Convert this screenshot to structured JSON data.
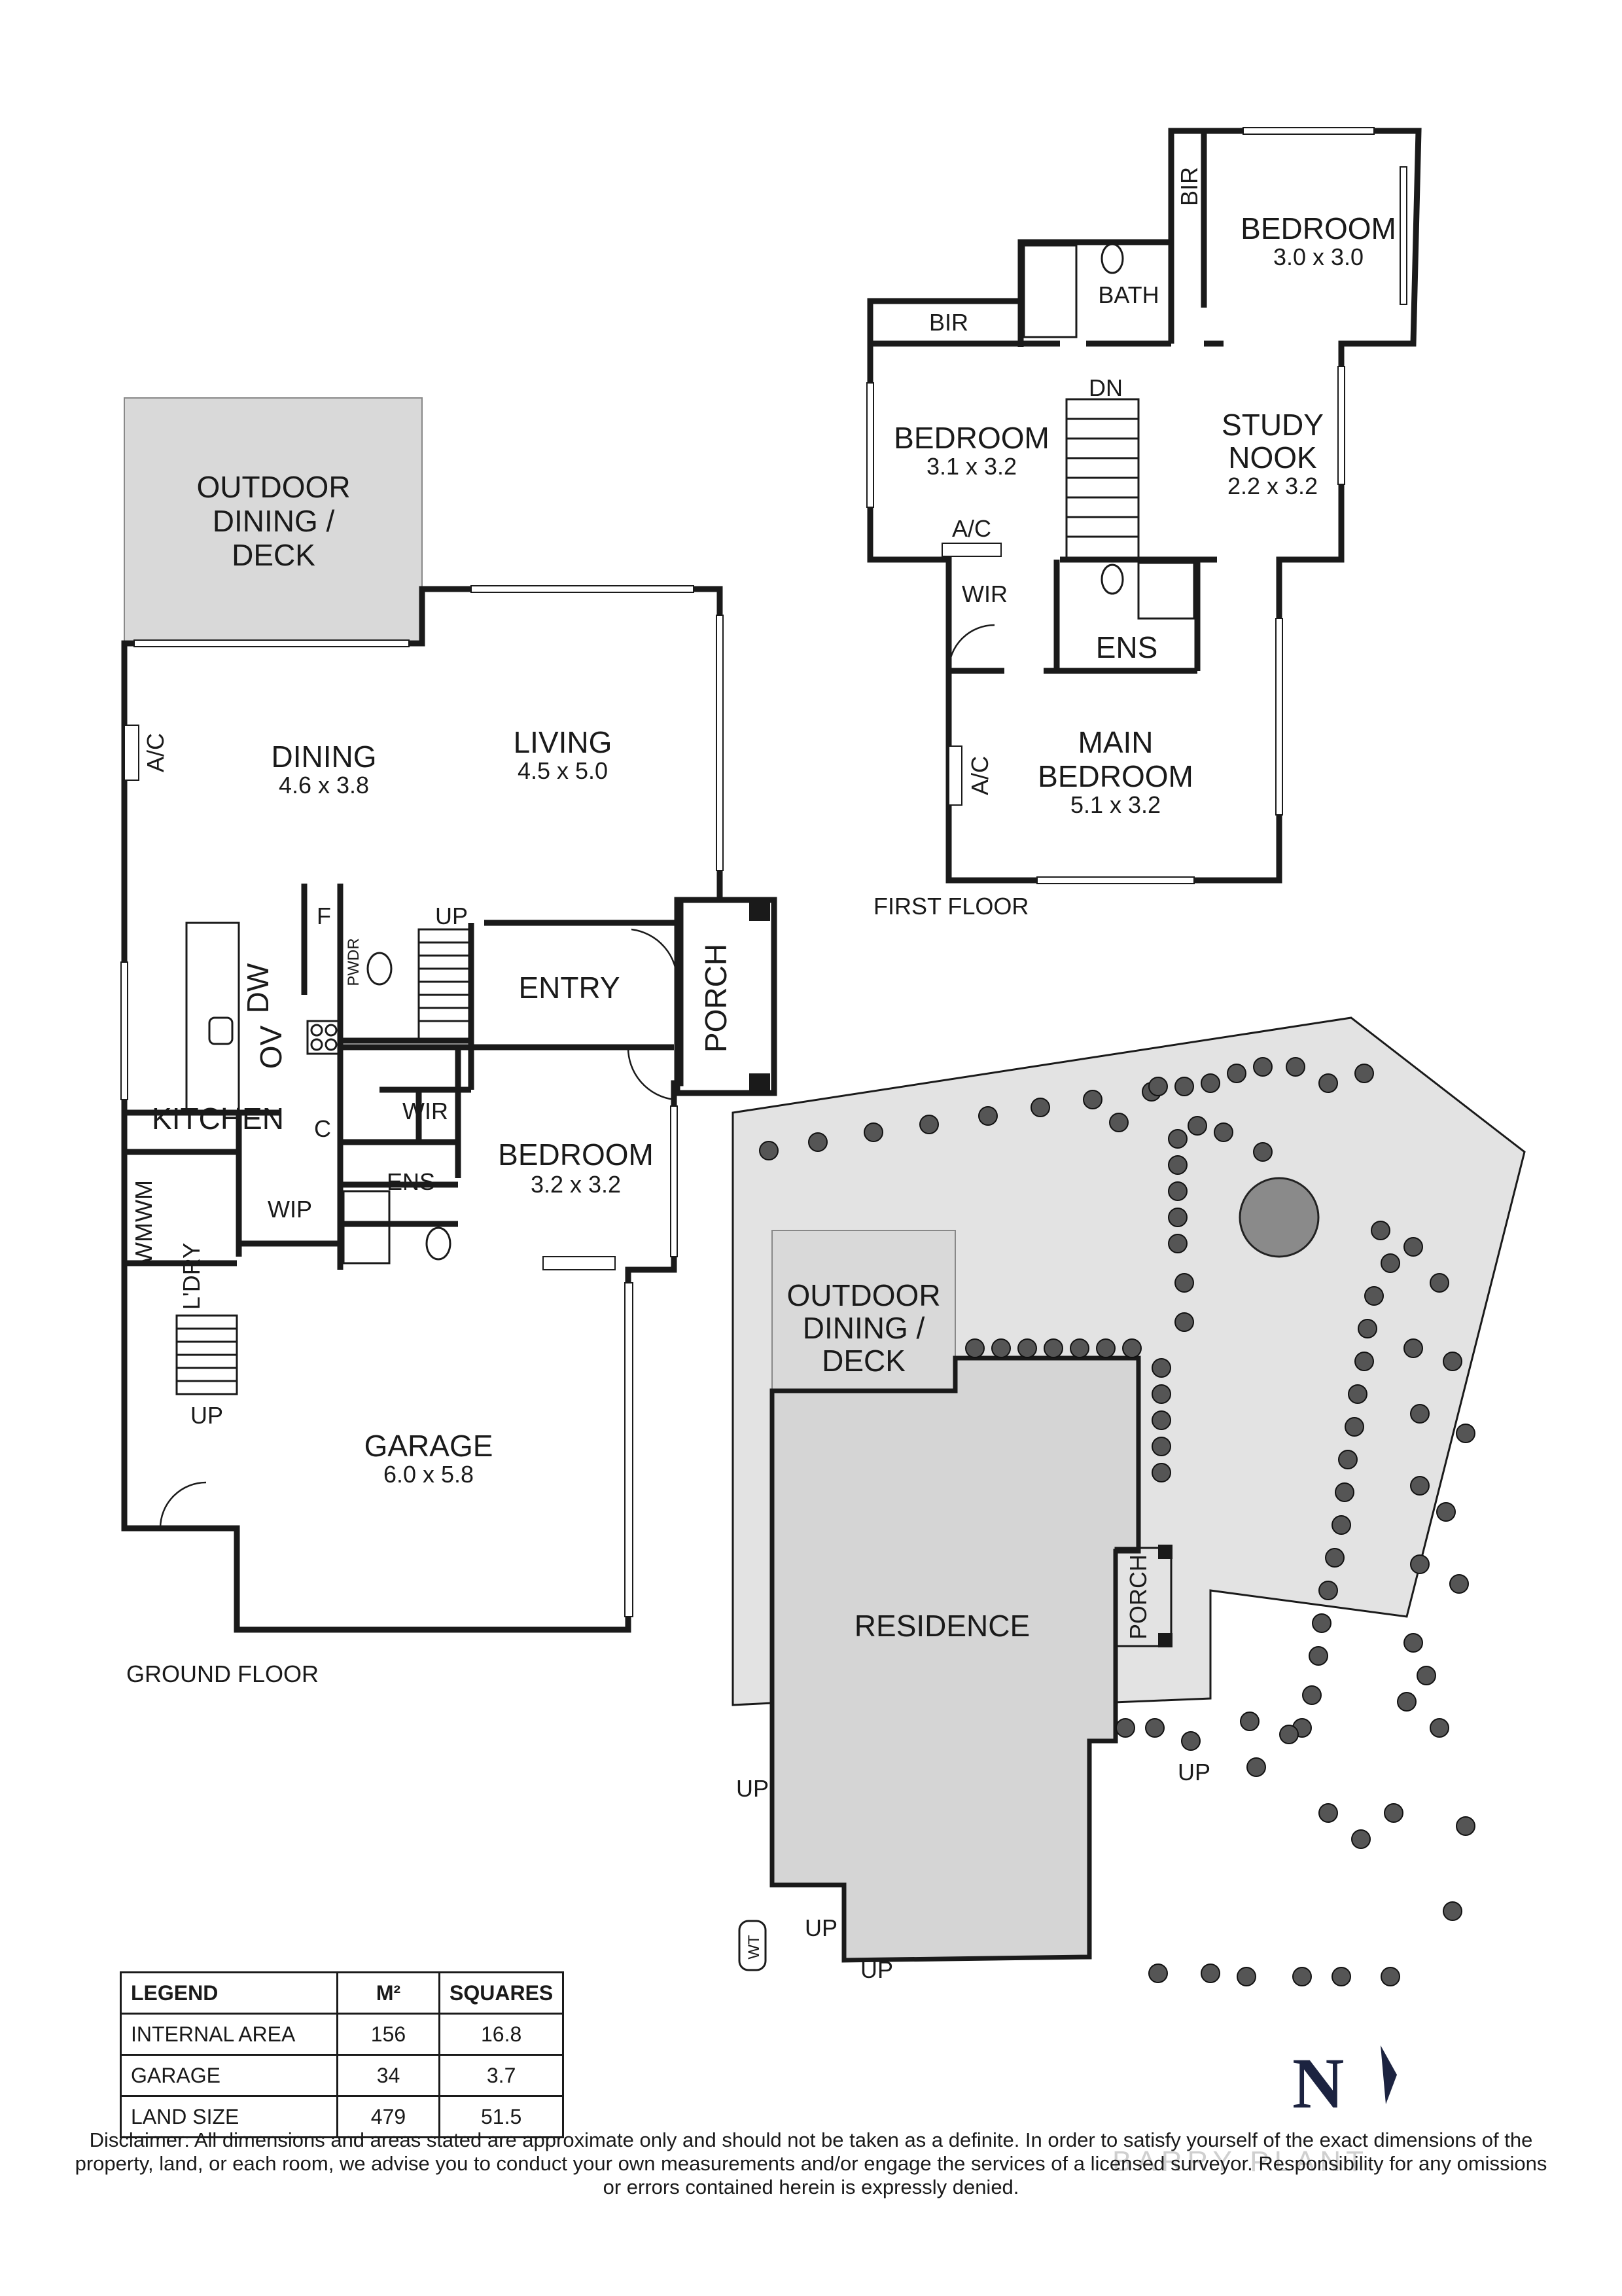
{
  "ground_floor": {
    "title": "GROUND FLOOR",
    "outdoor_deck": [
      "OUTDOOR",
      "DINING /",
      "DECK"
    ],
    "dining": {
      "name": "DINING",
      "size": "4.6 x 3.8"
    },
    "living": {
      "name": "LIVING",
      "size": "4.5 x 5.0"
    },
    "entry": "ENTRY",
    "porch": "PORCH",
    "kitchen": "KITCHEN",
    "bedroom": {
      "name": "BEDROOM",
      "size": "3.2 x 3.2"
    },
    "garage": {
      "name": "GARAGE",
      "size": "6.0 x 5.8"
    },
    "labels": {
      "ac": "A/C",
      "f": "F",
      "pwdr": "PWDR",
      "up": "UP",
      "dw": "DW",
      "ov": "OV",
      "c": "C",
      "wir": "WIR",
      "ens": "ENS",
      "wip": "WIP",
      "ldry": "L'DRY",
      "wm": "WM",
      "wm2": "WM"
    }
  },
  "first_floor": {
    "title": "FIRST FLOOR",
    "bedroom_a": {
      "name": "BEDROOM",
      "size": "3.0 x 3.0"
    },
    "bedroom_b": {
      "name": "BEDROOM",
      "size": "3.1 x 3.2"
    },
    "study": {
      "name1": "STUDY",
      "name2": "NOOK",
      "size": "2.2 x 3.2"
    },
    "main_bedroom": {
      "name1": "MAIN",
      "name2": "BEDROOM",
      "size": "5.1 x 3.2"
    },
    "labels": {
      "bir": "BIR",
      "bir2": "BIR",
      "bath": "BATH",
      "dn": "DN",
      "ac": "A/C",
      "ac2": "A/C",
      "wir": "WIR",
      "ens": "ENS"
    }
  },
  "site_plan": {
    "outdoor_deck": [
      "OUTDOOR",
      "DINING /",
      "DECK"
    ],
    "residence": "RESIDENCE",
    "porch": "PORCH",
    "up": "UP",
    "wt": "WT"
  },
  "legend": {
    "headers": [
      "LEGEND",
      "M²",
      "SQUARES"
    ],
    "rows": [
      {
        "name": "INTERNAL AREA",
        "m2": "156",
        "squares": "16.8"
      },
      {
        "name": "GARAGE",
        "m2": "34",
        "squares": "3.7"
      },
      {
        "name": "LAND SIZE",
        "m2": "479",
        "squares": "51.5"
      }
    ]
  },
  "north": "N",
  "disclaimer": "Disclaimer: All dimensions and areas stated are approximate only and should not be taken as a definite. In order to satisfy yourself of the exact dimensions of the property, land, or each room, we advise you to conduct your own measurements and/or engage the services of a licensed surveyor. Responsibility for any omissions or errors contained herein is expressly denied.",
  "watermark": "BARRY PLANT"
}
